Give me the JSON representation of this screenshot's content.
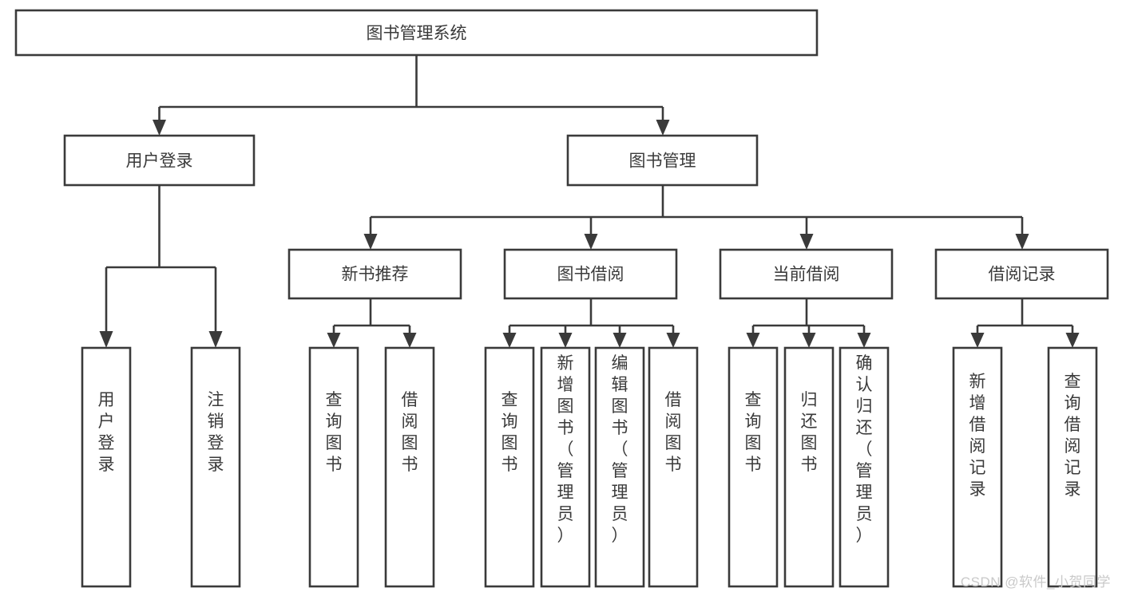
{
  "diagram": {
    "type": "tree",
    "title": "图书管理系统",
    "root": {
      "id": "root",
      "label": "图书管理系统",
      "orientation": "horizontal"
    },
    "level1": [
      {
        "id": "user-login",
        "label": "用户登录",
        "orientation": "horizontal"
      },
      {
        "id": "book-management",
        "label": "图书管理",
        "orientation": "horizontal"
      }
    ],
    "level2": [
      {
        "id": "new-book-recommend",
        "label": "新书推荐",
        "orientation": "horizontal",
        "parent": "book-management"
      },
      {
        "id": "book-borrow",
        "label": "图书借阅",
        "orientation": "horizontal",
        "parent": "book-management"
      },
      {
        "id": "current-borrow",
        "label": "当前借阅",
        "orientation": "horizontal",
        "parent": "book-management"
      },
      {
        "id": "borrow-record",
        "label": "借阅记录",
        "orientation": "horizontal",
        "parent": "book-management"
      }
    ],
    "leaves": [
      {
        "id": "leaf-user-login",
        "label": "用户登录",
        "orientation": "vertical",
        "parent": "user-login"
      },
      {
        "id": "leaf-user-logout",
        "label": "注销登录",
        "orientation": "vertical",
        "parent": "user-login"
      },
      {
        "id": "leaf-query-book-1",
        "label": "查询图书",
        "orientation": "vertical",
        "parent": "new-book-recommend"
      },
      {
        "id": "leaf-borrow-book-1",
        "label": "借阅图书",
        "orientation": "vertical",
        "parent": "new-book-recommend"
      },
      {
        "id": "leaf-query-book-2",
        "label": "查询图书",
        "orientation": "vertical",
        "parent": "book-borrow"
      },
      {
        "id": "leaf-add-book",
        "label": "新增图书（管理员）",
        "orientation": "vertical",
        "parent": "book-borrow"
      },
      {
        "id": "leaf-edit-book",
        "label": "编辑图书（管理员）",
        "orientation": "vertical",
        "parent": "book-borrow"
      },
      {
        "id": "leaf-borrow-book-2",
        "label": "借阅图书",
        "orientation": "vertical",
        "parent": "book-borrow"
      },
      {
        "id": "leaf-query-book-3",
        "label": "查询图书",
        "orientation": "vertical",
        "parent": "current-borrow"
      },
      {
        "id": "leaf-return-book",
        "label": "归还图书",
        "orientation": "vertical",
        "parent": "current-borrow"
      },
      {
        "id": "leaf-confirm-return",
        "label": "确认归还（管理员）",
        "orientation": "vertical",
        "parent": "current-borrow"
      },
      {
        "id": "leaf-add-record",
        "label": "新增借阅记录",
        "orientation": "vertical",
        "parent": "borrow-record"
      },
      {
        "id": "leaf-query-record",
        "label": "查询借阅记录",
        "orientation": "vertical",
        "parent": "borrow-record"
      }
    ],
    "colors": {
      "stroke": "#3a3a3a",
      "fill": "#ffffff",
      "text": "#3a3a3a",
      "watermark": "#c9c9c9"
    }
  },
  "watermark": {
    "text": "CSDN @软件_小贺同学"
  }
}
